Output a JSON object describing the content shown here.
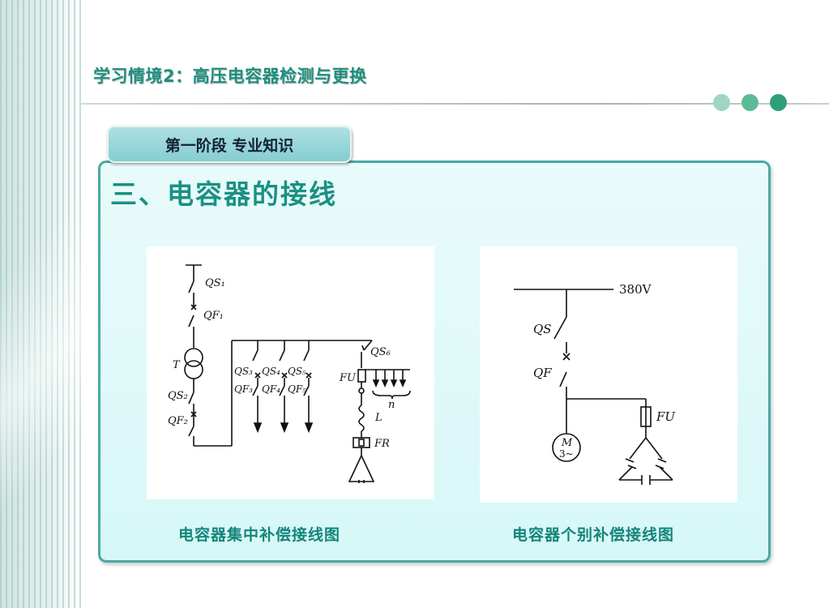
{
  "header": {
    "title": "学习情境2：高压电容器检测与更换",
    "dots_colors": [
      "#8fcfb8",
      "#57b894",
      "#2d9f7a"
    ]
  },
  "tab": {
    "label": "第一阶段 专业知识"
  },
  "section": {
    "title": "三、电容器的接线"
  },
  "diagram_left": {
    "labels": {
      "qs1": "QS₁",
      "qf1": "QF₁",
      "t": "T",
      "qs2": "QS₂",
      "qf2": "QF₂",
      "qs3": "QS₃",
      "qs4": "QS₄",
      "qs5": "QS₅",
      "qf3a": "QF₃",
      "qf4": "QF₄",
      "qf3b": "QF₅",
      "qs6": "QS₆",
      "fu": "FU",
      "l": "L",
      "fr": "FR",
      "n": "n"
    },
    "caption": "电容器集中补偿接线图"
  },
  "diagram_right": {
    "labels": {
      "voltage": "380V",
      "qs": "QS",
      "qf": "QF",
      "fu": "FU",
      "m": "M",
      "m_sub": "3~"
    },
    "caption": "电容器个别补偿接线图"
  },
  "colors": {
    "accent": "#1a9183",
    "panel_border": "#4aa8a4",
    "panel_bg": "#e0f9f9"
  }
}
